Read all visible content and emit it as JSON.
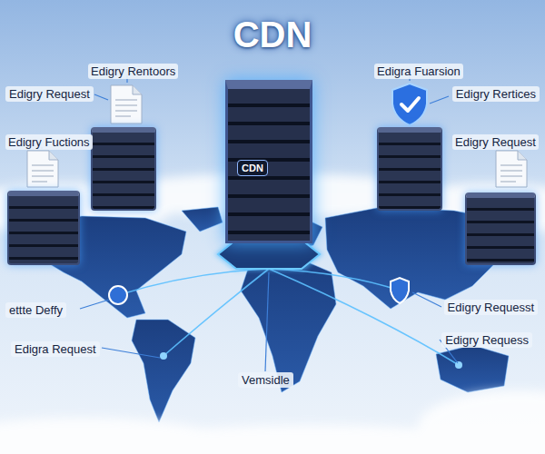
{
  "diagram": {
    "title": "CDN",
    "nodes": [
      {
        "text": [
          "CDN"
        ]
      },
      {
        "text": [
          "Edigry Rentoors"
        ]
      },
      {
        "text": [
          "Edigry Fuctions"
        ]
      },
      {
        "text": [
          "Edigra Fuarsion"
        ]
      },
      {
        "text": [
          "Edigry Request"
        ]
      }
    ],
    "edges": [
      {
        "from": 0,
        "to": 1,
        "arrow": "none"
      },
      {
        "from": 0,
        "to": 2,
        "arrow": "none"
      },
      {
        "from": 0,
        "to": 3,
        "arrow": "none"
      },
      {
        "from": 0,
        "to": 4,
        "arrow": "none"
      }
    ],
    "labels": [
      "Edigry Request",
      "Edigry Rertices",
      "ettte Deffy",
      "Edigra Request",
      "Vemsidle",
      "Edigry Requesst",
      "Edigry Requess"
    ]
  }
}
